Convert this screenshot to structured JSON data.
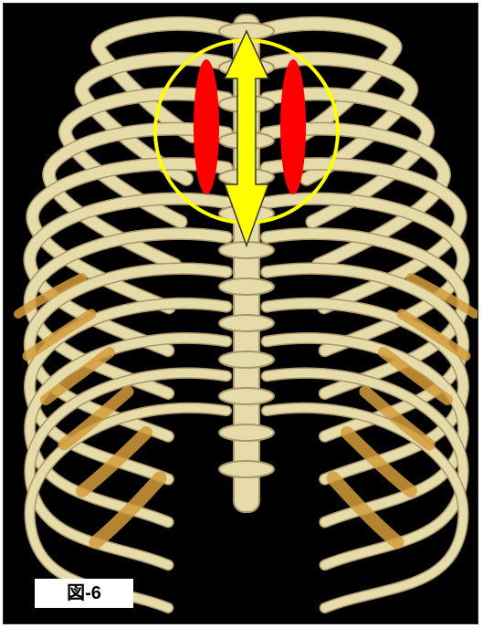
{
  "figure": {
    "label": "図-6"
  },
  "colors": {
    "background": "#000000",
    "bone": "#e6dcaa",
    "bone_shadow": "#a8956a",
    "cartilage": "#d29c3c",
    "muscle_highlight": "#ff0000",
    "circle_outline": "#ffff00",
    "arrow_fill": "#ffff00"
  },
  "icons": {
    "arrow": "double-headed-vertical-arrow",
    "circle": "highlight-circle"
  }
}
